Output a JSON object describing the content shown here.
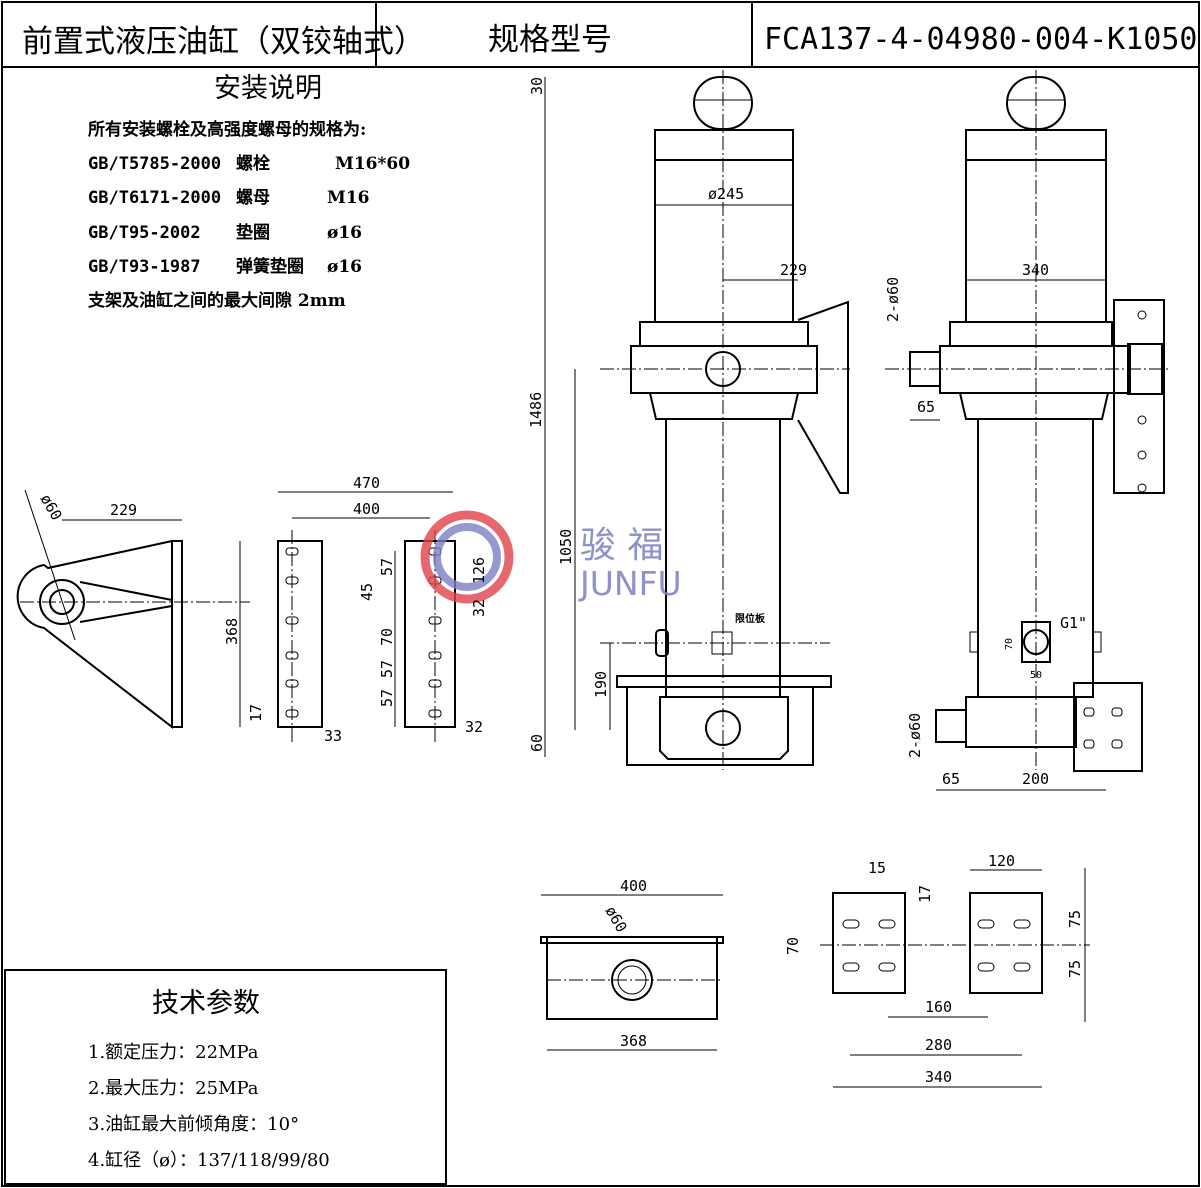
{
  "header": {
    "title": "前置式液压油缸（双铰轴式）",
    "spec_label": "规格型号",
    "model": "FCA137-4-04980-004-K1050"
  },
  "install": {
    "heading": "安装说明",
    "intro": "所有安装螺栓及高强度螺母的规格为:",
    "rows": [
      {
        "std": "GB/T5785-2000",
        "name": "螺栓",
        "spec": "M16*60"
      },
      {
        "std": "GB/T6171-2000",
        "name": "螺母",
        "spec": "M16"
      },
      {
        "std": "GB/T95-2002",
        "name": "垫圈",
        "spec": "ø16"
      },
      {
        "std": "GB/T93-1987",
        "name": "弹簧垫圈",
        "spec": "ø16"
      }
    ],
    "gap_note": "支架及油缸之间的最大间隙  2mm"
  },
  "tech": {
    "heading": "技术参数",
    "items": [
      "1.额定压力：22MPa",
      "2.最大压力：25MPa",
      "3.油缸最大前倾角度：10°",
      "4.缸径（ø）：137/118/99/80"
    ]
  },
  "labels": {
    "limit_plate": "限位板",
    "port": "G1\""
  },
  "watermark": {
    "cn": "骏 福",
    "en": "JUNFU",
    "color": "#7b7fc4",
    "accent": "#e0424a"
  },
  "dims": [
    "30",
    "ø245",
    "229",
    "1486",
    "1050",
    "190",
    "60",
    "340",
    "2-ø60",
    "65",
    "70",
    "50",
    "2-ø60",
    "65",
    "200",
    "ø60",
    "229",
    "470",
    "400",
    "368",
    "17",
    "33",
    "57",
    "126",
    "45",
    "32",
    "70",
    "57",
    "57",
    "32",
    "400",
    "ø60",
    "368",
    "15",
    "17",
    "120",
    "70",
    "75",
    "75",
    "160",
    "280",
    "340"
  ]
}
